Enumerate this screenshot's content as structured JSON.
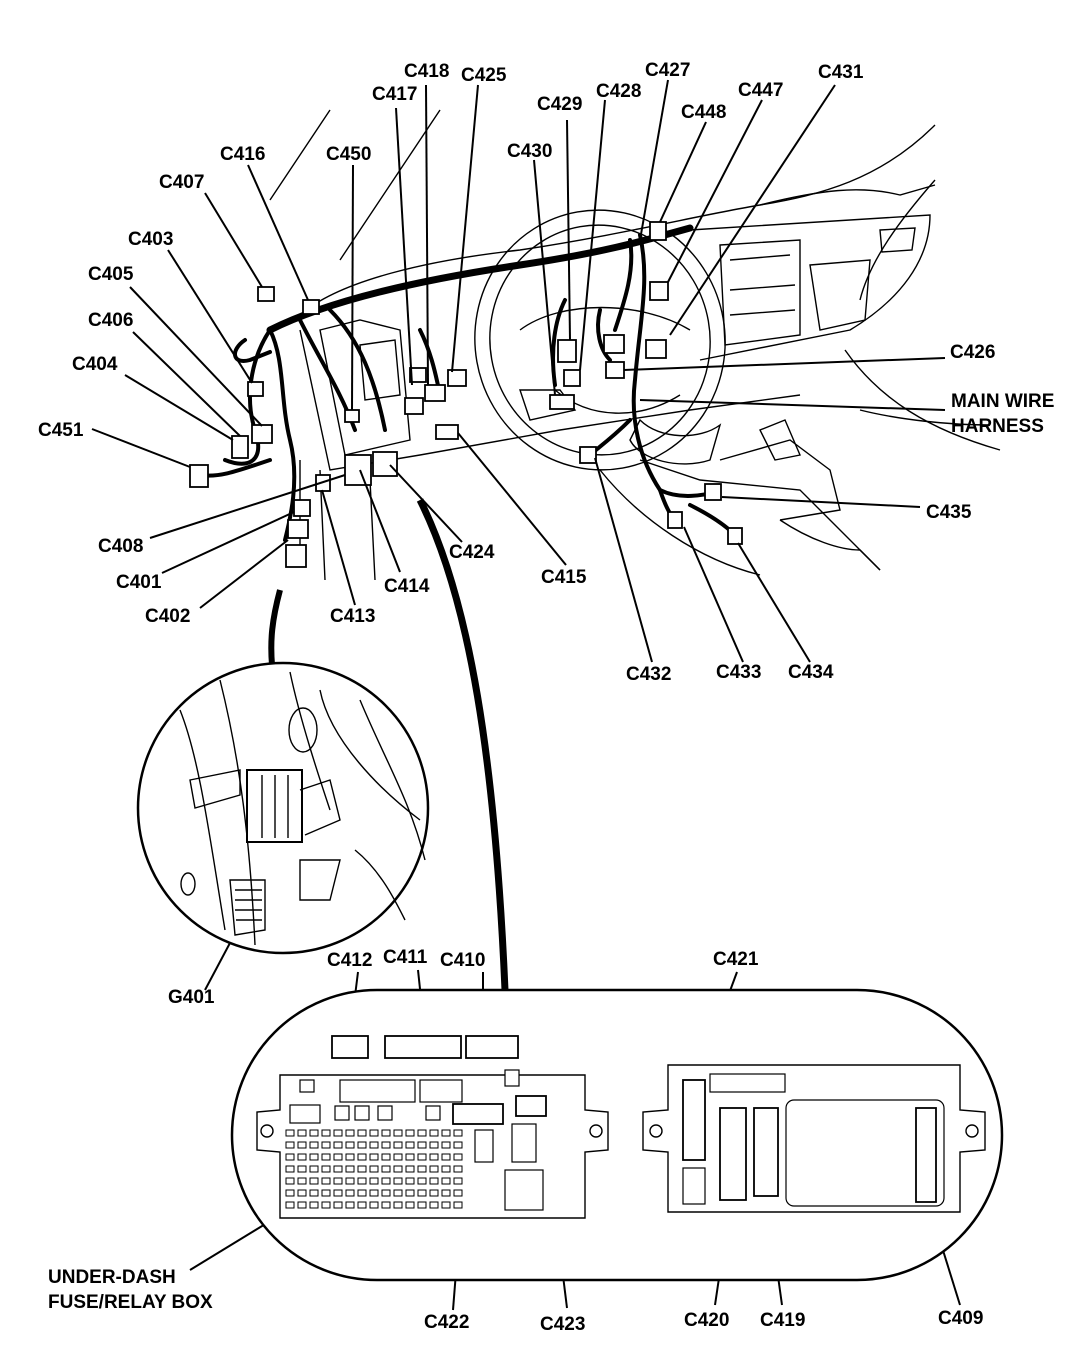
{
  "diagram": {
    "labels": {
      "C418": "C418",
      "C425": "C425",
      "C427": "C427",
      "C431": "C431",
      "C417": "C417",
      "C429": "C429",
      "C428": "C428",
      "C447": "C447",
      "C448": "C448",
      "C416": "C416",
      "C450": "C450",
      "C430": "C430",
      "C407": "C407",
      "C403": "C403",
      "C405": "C405",
      "C406": "C406",
      "C404": "C404",
      "C451": "C451",
      "C426": "C426",
      "main_wire_1": "MAIN WIRE",
      "main_wire_2": "HARNESS",
      "C435": "C435",
      "C408": "C408",
      "C424": "C424",
      "C401": "C401",
      "C415": "C415",
      "C414": "C414",
      "C402": "C402",
      "C413": "C413",
      "C432": "C432",
      "C433": "C433",
      "C434": "C434",
      "G401": "G401",
      "C412": "C412",
      "C411": "C411",
      "C410": "C410",
      "C421": "C421",
      "fuse_box_1": "UNDER-DASH",
      "fuse_box_2": "FUSE/RELAY BOX",
      "C422": "C422",
      "C423": "C423",
      "C420": "C420",
      "C419": "C419",
      "C409": "C409"
    }
  }
}
